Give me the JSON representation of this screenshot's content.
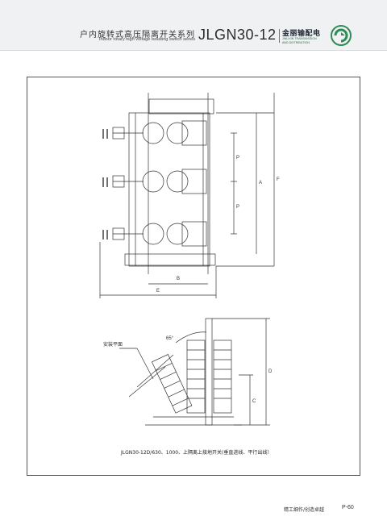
{
  "header": {
    "title_cn": "户内旋转式高压隔离开关系列",
    "title_en": "Indoor rotary high voltage isolating switch series",
    "model": "JLGN30-12",
    "company_cn": "金丽输配电",
    "company_en_line1": "JINLIXIN TRANSMISSION",
    "company_en_line2": "AND DISTRIBUTION"
  },
  "drawing": {
    "dimension_labels": {
      "A": "A",
      "B": "B",
      "C": "C",
      "D": "D",
      "E": "E",
      "F": "F",
      "P1": "P",
      "P2": "P"
    },
    "angle_label": "65°",
    "mounting_plane_label": "安装平面",
    "caption": "JLGN30-12D/630、1000、上隔离上接地开关(垂直进线、平行出线）"
  },
  "footer": {
    "text": "精工细作/创造卓越",
    "page": "P-60"
  },
  "colors": {
    "header_bg": "#f0f1f2",
    "line": "#333333",
    "logo_green": "#2e8b57"
  }
}
